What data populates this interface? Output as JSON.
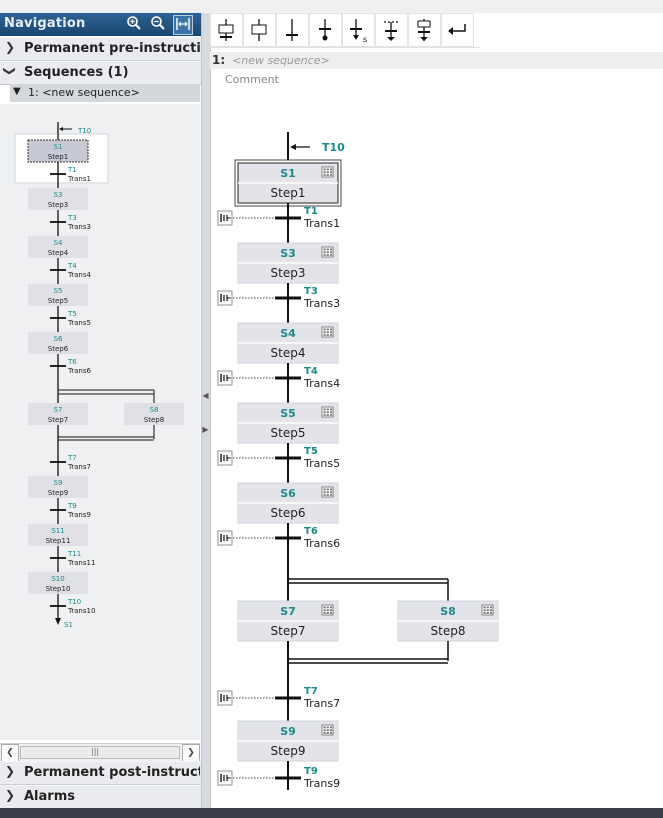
{
  "navigation": {
    "title": "Navigation",
    "zoom_in_icon": "zoom-in-icon",
    "zoom_out_icon": "zoom-out-icon",
    "fit_icon": "fit-width-icon"
  },
  "accordion": {
    "permanent_pre": "Permanent pre-instructio...",
    "sequences": "Sequences (1)",
    "sequence_item": "1: <new sequence>",
    "permanent_post": "Permanent post-instructi...",
    "alarms": "Alarms"
  },
  "toolbar": {
    "buttons": [
      "insert-step-transition-icon",
      "insert-step-icon",
      "insert-transition-icon",
      "insert-jump-icon",
      "insert-stop-icon",
      "insert-branch-icon",
      "insert-alt-branch-icon",
      "close-branch-icon"
    ]
  },
  "editor": {
    "sequence_number": "1:",
    "sequence_name": "<new sequence>",
    "comment_placeholder": "Comment",
    "initial_jump": "T10"
  },
  "sequence": {
    "steps": [
      {
        "id": "S1",
        "name": "Step1"
      },
      {
        "id": "S3",
        "name": "Step3"
      },
      {
        "id": "S4",
        "name": "Step4"
      },
      {
        "id": "S5",
        "name": "Step5"
      },
      {
        "id": "S6",
        "name": "Step6"
      },
      {
        "id": "S7",
        "name": "Step7"
      },
      {
        "id": "S8",
        "name": "Step8"
      },
      {
        "id": "S9",
        "name": "Step9"
      },
      {
        "id": "S11",
        "name": "Step11"
      },
      {
        "id": "S10",
        "name": "Step10"
      }
    ],
    "transitions": [
      {
        "id": "T1",
        "name": "Trans1"
      },
      {
        "id": "T3",
        "name": "Trans3"
      },
      {
        "id": "T4",
        "name": "Trans4"
      },
      {
        "id": "T5",
        "name": "Trans5"
      },
      {
        "id": "T6",
        "name": "Trans6"
      },
      {
        "id": "T7",
        "name": "Trans7"
      },
      {
        "id": "T9",
        "name": "Trans9"
      },
      {
        "id": "T11",
        "name": "Trans11"
      },
      {
        "id": "T10",
        "name": "Trans10"
      }
    ],
    "final_jump": "S1"
  },
  "colors": {
    "accent_teal": "#1a8a8a",
    "step_fill": "#e2e4ea",
    "nav_header": "#1f4e79"
  }
}
